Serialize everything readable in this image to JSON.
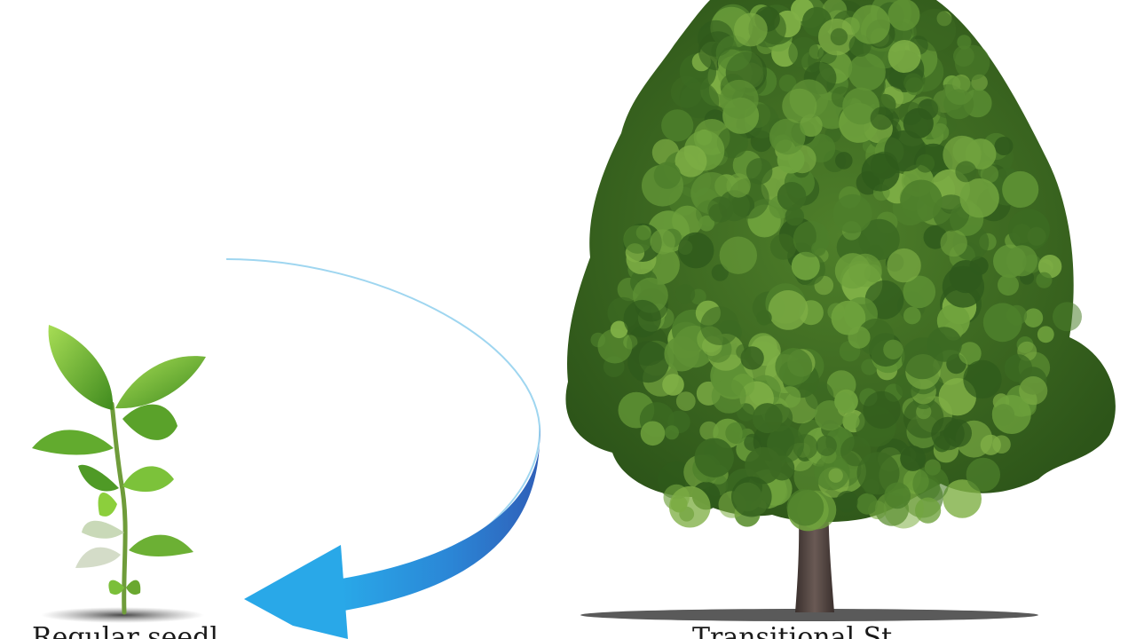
{
  "figure": {
    "left_caption": "Regular seedl...",
    "right_caption": "Transitional St...",
    "elements": {
      "seedling": "young-seedling-plant",
      "tree": "mature-broadleaf-tree",
      "arrow": "curved-return-arrow"
    },
    "colors": {
      "background": "#ffffff",
      "arrow_light": "#29a8e8",
      "arrow_dark": "#2f5fb8",
      "leaf_light": "#8ccf3c",
      "leaf_dark": "#3f8a1e",
      "canopy_dark": "#2f5a1c",
      "canopy_light": "#6a9e3a",
      "trunk": "#4a3e3a",
      "ground": "#555555"
    }
  }
}
